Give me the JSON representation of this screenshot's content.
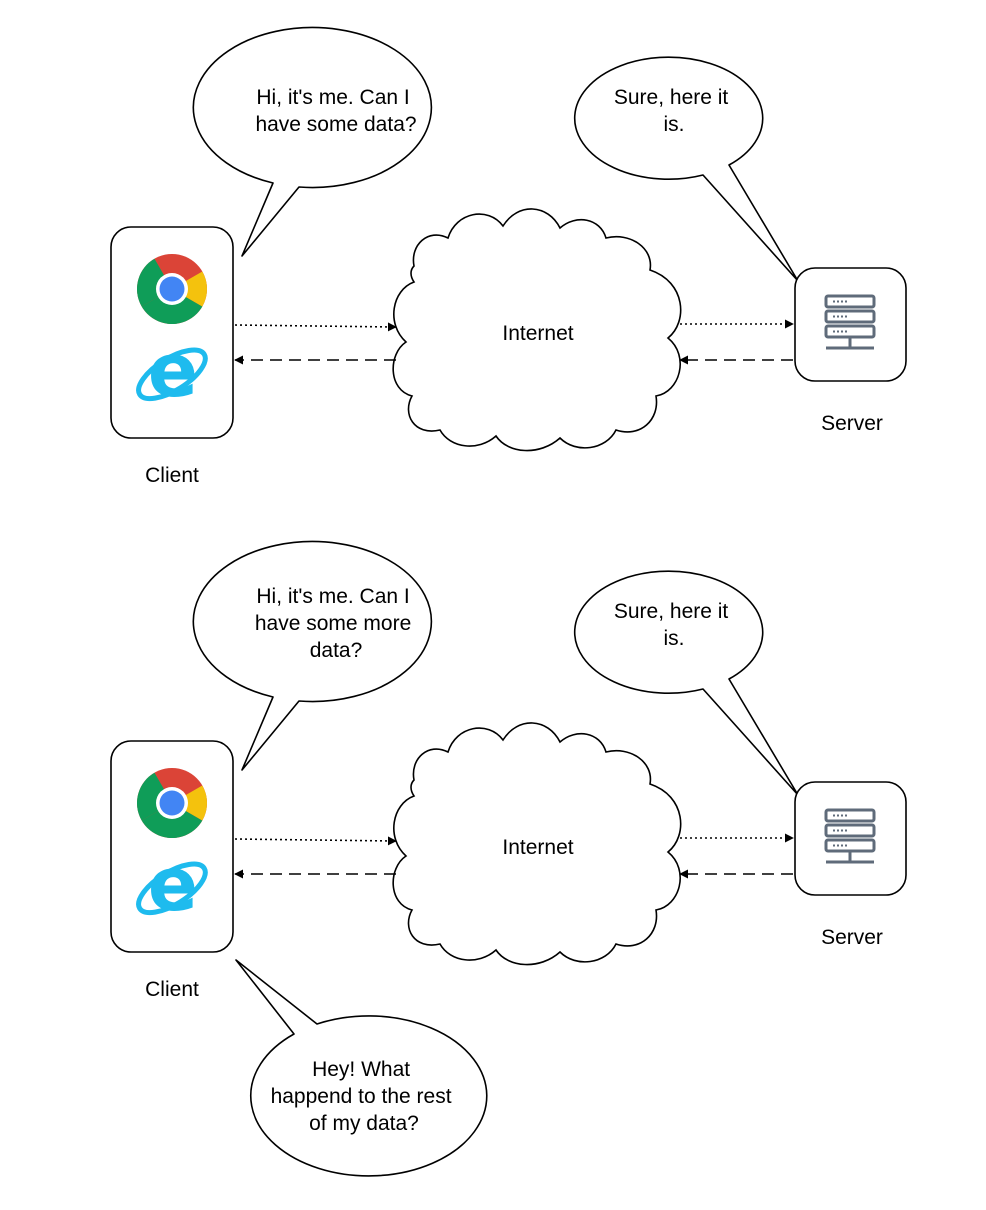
{
  "scenes": [
    {
      "client_bubble": [
        "Hi, it's me. Can I",
        "have some data?"
      ],
      "server_bubble": [
        "Sure, here it",
        "is."
      ],
      "cloud_label": "Internet",
      "client_label": "Client",
      "server_label": "Server"
    },
    {
      "client_bubble": [
        "Hi, it's me. Can I",
        "have some more",
        "data?"
      ],
      "server_bubble": [
        "Sure, here it",
        "is."
      ],
      "cloud_label": "Internet",
      "client_label": "Client",
      "server_label": "Server",
      "complaint_bubble": [
        "Hey! What",
        "happend to the rest",
        "of my data?"
      ]
    }
  ],
  "icons": {
    "browser_1": "chrome-icon",
    "browser_2": "internet-explorer-icon",
    "server": "server-rack-icon"
  },
  "colors": {
    "chrome_red": "#db4437",
    "chrome_yellow": "#f4c20d",
    "chrome_green": "#0f9d58",
    "chrome_blue": "#4285f4",
    "ie_blue": "#1ebbee",
    "server_gray": "#5f6b7a"
  }
}
